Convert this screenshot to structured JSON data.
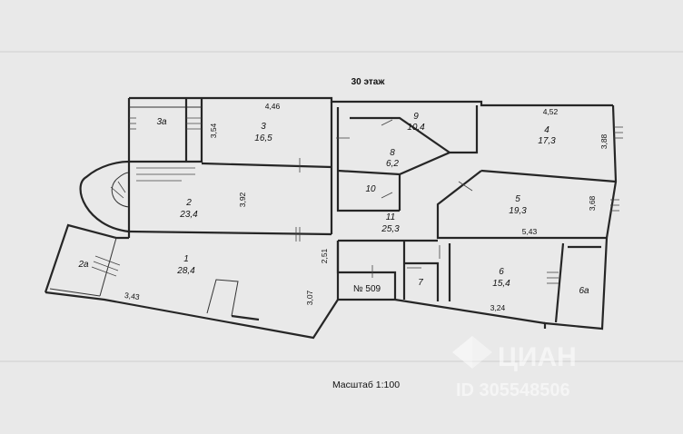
{
  "plan": {
    "floor_label": "30 этаж",
    "scale_label": "Масштаб 1:100",
    "unit_number": "№ 509",
    "rooms": [
      {
        "id": "room-1",
        "number": "1",
        "area": "28,4"
      },
      {
        "id": "room-2",
        "number": "2",
        "area": "23,4"
      },
      {
        "id": "room-2a",
        "number": "2a",
        "area": ""
      },
      {
        "id": "room-3",
        "number": "3",
        "area": "16,5"
      },
      {
        "id": "room-3a",
        "number": "3a",
        "area": ""
      },
      {
        "id": "room-4",
        "number": "4",
        "area": "17,3"
      },
      {
        "id": "room-5",
        "number": "5",
        "area": "19,3"
      },
      {
        "id": "room-6",
        "number": "6",
        "area": "15,4"
      },
      {
        "id": "room-6a",
        "number": "6a",
        "area": ""
      },
      {
        "id": "room-7",
        "number": "7",
        "area": ""
      },
      {
        "id": "room-8",
        "number": "8",
        "area": "6,2"
      },
      {
        "id": "room-9",
        "number": "9",
        "area": "10,4"
      },
      {
        "id": "room-10",
        "number": "10",
        "area": ""
      },
      {
        "id": "room-11",
        "number": "11",
        "area": "25,3"
      }
    ],
    "dimensions": {
      "d_446": "4,46",
      "d_354": "3,54",
      "d_452": "4,52",
      "d_388": "3,88",
      "d_392": "3,92",
      "d_368": "3,68",
      "d_543": "5,43",
      "d_251": "2,51",
      "d_343": "3,43",
      "d_307": "3,07",
      "d_324": "3,24"
    }
  },
  "watermark": {
    "brand": "ЦИАН",
    "id_text": "ID 305548506"
  },
  "colors": {
    "background": "#e9e9e9",
    "wall": "#262626",
    "text": "#111111",
    "watermark": "#ffffff"
  }
}
